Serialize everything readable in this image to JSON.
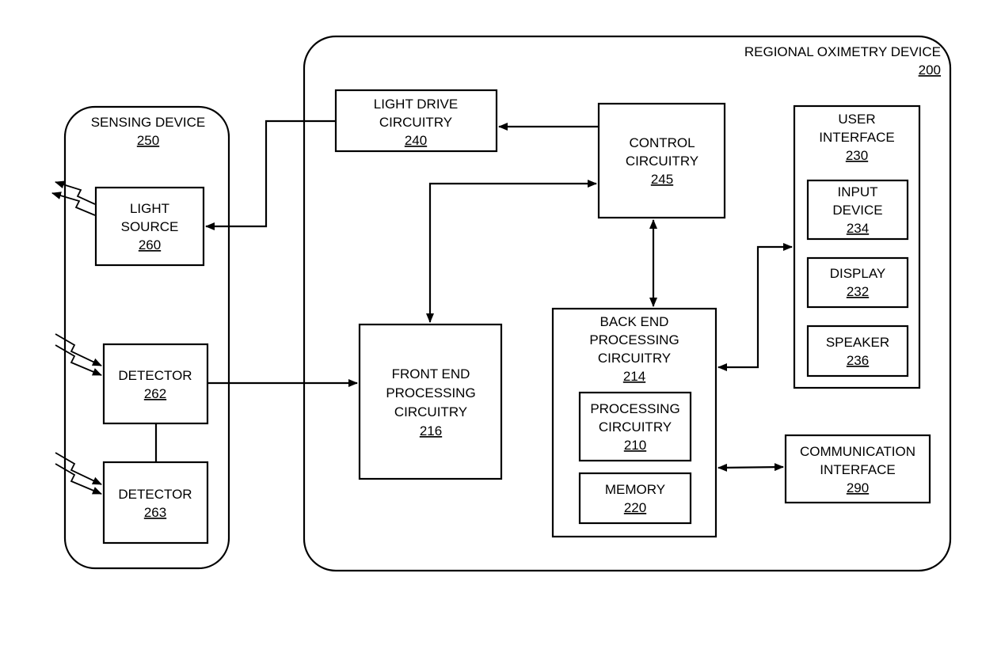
{
  "regional_oximetry_device": {
    "title": "REGIONAL OXIMETRY DEVICE",
    "ref": "200"
  },
  "sensing_device": {
    "title": "SENSING DEVICE",
    "ref": "250"
  },
  "light_source": {
    "line1": "LIGHT",
    "line2": "SOURCE",
    "ref": "260"
  },
  "detector_262": {
    "line1": "DETECTOR",
    "ref": "262"
  },
  "detector_263": {
    "line1": "DETECTOR",
    "ref": "263"
  },
  "light_drive": {
    "line1": "LIGHT DRIVE",
    "line2": "CIRCUITRY",
    "ref": "240"
  },
  "control": {
    "line1": "CONTROL",
    "line2": "CIRCUITRY",
    "ref": "245"
  },
  "front_end": {
    "line1": "FRONT END",
    "line2": "PROCESSING",
    "line3": "CIRCUITRY",
    "ref": "216"
  },
  "back_end": {
    "line1": "BACK END",
    "line2": "PROCESSING",
    "line3": "CIRCUITRY",
    "ref": "214"
  },
  "processing": {
    "line1": "PROCESSING",
    "line2": "CIRCUITRY",
    "ref": "210"
  },
  "memory": {
    "line1": "MEMORY",
    "ref": "220"
  },
  "user_interface": {
    "line1": "USER",
    "line2": "INTERFACE",
    "ref": "230"
  },
  "input_device": {
    "line1": "INPUT",
    "line2": "DEVICE",
    "ref": "234"
  },
  "display": {
    "line1": "DISPLAY",
    "ref": "232"
  },
  "speaker": {
    "line1": "SPEAKER",
    "ref": "236"
  },
  "communication": {
    "line1": "COMMUNICATION",
    "line2": "INTERFACE",
    "ref": "290"
  }
}
